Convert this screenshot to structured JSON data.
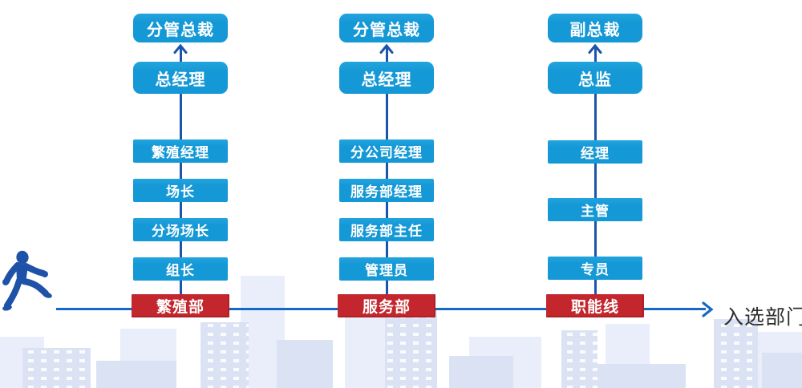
{
  "colors": {
    "box_blue": "#1598d6",
    "box_red": "#c3262c",
    "connector_blue": "#1b55ab",
    "line_blue": "#1668c5",
    "person_blue": "#1e52a8",
    "label_dark": "#2e2e2e",
    "skyline_front": "#dbe2f4",
    "skyline_back": "#eaeefb"
  },
  "cols": [
    {
      "name": "breeding-line",
      "top": [
        "分管总裁",
        "总经理"
      ],
      "middle": [
        "繁殖经理",
        "场长",
        "分场场长",
        "组长"
      ],
      "base": "繁殖部"
    },
    {
      "name": "service-line",
      "top": [
        "分管总裁",
        "总经理"
      ],
      "middle": [
        "分公司经理",
        "服务部经理",
        "服务部主任",
        "管理员"
      ],
      "base": "服务部"
    },
    {
      "name": "functional-line",
      "top": [
        "副总裁",
        "总监"
      ],
      "middle": [
        "经理",
        "主管",
        "专员"
      ],
      "base": "职能线"
    }
  ],
  "baseline": {
    "label": "入选部门"
  },
  "icons": {
    "person": "striding-person-icon",
    "up_arrow": "up-arrow-icon",
    "right_arrow": "right-arrow-icon"
  }
}
